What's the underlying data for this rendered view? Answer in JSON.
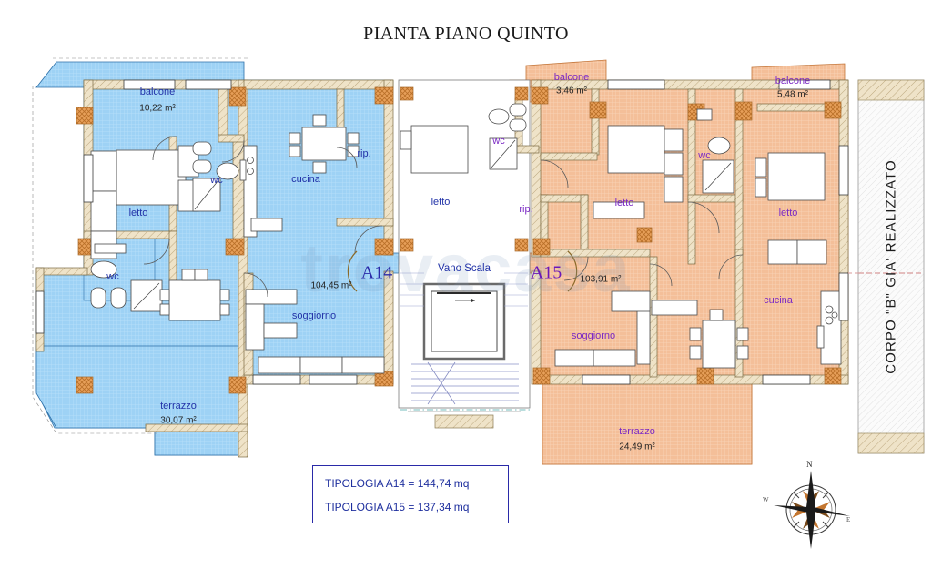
{
  "document": {
    "title": "PIANTA PIANO QUINTO",
    "watermark": "trovacasa"
  },
  "colors": {
    "fill_a14": "#a8d6f5",
    "fill_a15": "#f5c4a0",
    "wall_hatch": "#e8d8b8",
    "pillar": "#e6a35c",
    "label_blue": "#2233a8",
    "label_purple": "#7b29c4",
    "legend_border": "#2a2aa8",
    "legend_text": "#1e2f9e",
    "line": "#4a4a4a"
  },
  "units": {
    "a14": {
      "code": "A14",
      "interior_area": "104,45 m²",
      "rooms": [
        {
          "name": "balcone",
          "area": "10,22 m²"
        },
        {
          "name": "letto",
          "area": ""
        },
        {
          "name": "wc",
          "area": ""
        },
        {
          "name": "wc",
          "area": ""
        },
        {
          "name": "cucina",
          "area": ""
        },
        {
          "name": "rip.",
          "area": ""
        },
        {
          "name": "letto",
          "area": ""
        },
        {
          "name": "soggiorno",
          "area": ""
        },
        {
          "name": "terrazzo",
          "area": "30,07 m²"
        }
      ]
    },
    "a15": {
      "code": "A15",
      "interior_area": "103,91 m²",
      "rooms": [
        {
          "name": "balcone",
          "area": "3,46 m²"
        },
        {
          "name": "balcone",
          "area": "5,48 m²"
        },
        {
          "name": "wc",
          "area": ""
        },
        {
          "name": "wc",
          "area": ""
        },
        {
          "name": "rip.",
          "area": ""
        },
        {
          "name": "letto",
          "area": ""
        },
        {
          "name": "letto",
          "area": ""
        },
        {
          "name": "cucina",
          "area": ""
        },
        {
          "name": "soggiorno",
          "area": ""
        },
        {
          "name": "terrazzo",
          "area": "24,49 m²"
        }
      ]
    }
  },
  "common": {
    "stairwell_label": "Vano Scala"
  },
  "adjacent_block": {
    "label": "CORPO \"B\" GIA' REALIZZATO"
  },
  "legend": {
    "rows": [
      "TIPOLOGIA  A14 = 144,74 mq",
      "TIPOLOGIA  A15 = 137,34 mq"
    ]
  },
  "compass": {
    "north": "N",
    "east": "E",
    "west": "W"
  },
  "labels": {
    "balcone_left": "balcone",
    "balcone_left_area": "10,22 m²",
    "letto_left": "letto",
    "wc_left_top": "wc",
    "wc_left_bottom": "wc",
    "cucina_left": "cucina",
    "rip_left": "rip.",
    "letto_left_mid": "letto",
    "soggiorno_left": "soggiorno",
    "terrazzo_left": "terrazzo",
    "terrazzo_left_area": "30,07 m²",
    "area_a14": "104,45 m²",
    "code_a14": "A14",
    "vano_scala": "Vano Scala",
    "code_a15": "A15",
    "area_a15": "103,91 m²",
    "balcone_mid": "balcone",
    "balcone_mid_area": "3,46 m²",
    "balcone_right": "balcone",
    "balcone_right_area": "5,48 m²",
    "wc_mid": "wc",
    "wc_right": "wc",
    "rip_right": "rip.",
    "letto_right_mid": "letto",
    "letto_right": "letto",
    "cucina_right": "cucina",
    "soggiorno_right": "soggiorno",
    "terrazzo_right": "terrazzo",
    "terrazzo_right_area": "24,49 m²"
  }
}
